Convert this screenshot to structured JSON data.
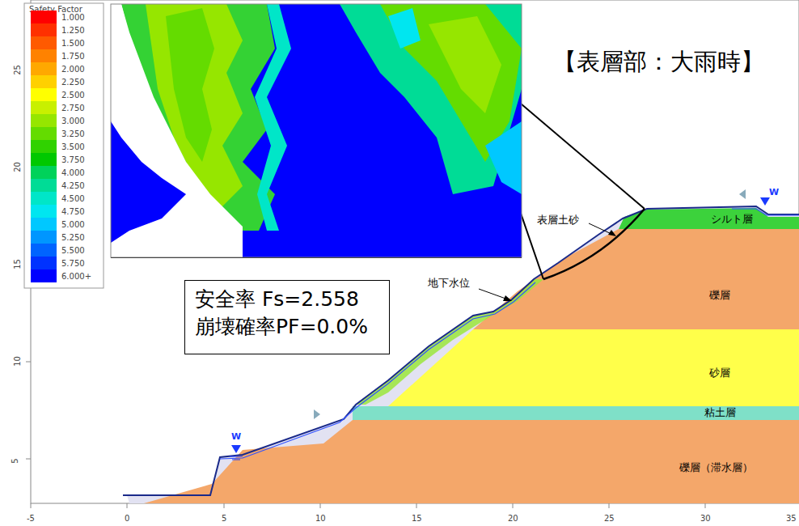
{
  "diagram": {
    "title": "【表層部：大雨時】",
    "nodes": [
      {
        "text": [
          "安全率 Fs=2.558",
          "崩壊確率PF=0.0%"
        ]
      }
    ],
    "labels": [
      "Safety Factor",
      "シルト層",
      "礫層",
      "砂層",
      "粘土層",
      "礫層（滞水層）",
      "表層土砂",
      "地下水位",
      "W",
      "W",
      "-5",
      "0",
      "5",
      "10",
      "15",
      "20",
      "25",
      "30",
      "35",
      "5",
      "10",
      "15",
      "20",
      "25"
    ],
    "legend": [
      {
        "text": "1.000",
        "color": "#ff0000"
      },
      {
        "text": "1.250",
        "color": "#ff3000"
      },
      {
        "text": "1.500",
        "color": "#ff5a00"
      },
      {
        "text": "1.750",
        "color": "#ff8200"
      },
      {
        "text": "2.000",
        "color": "#ffa800"
      },
      {
        "text": "2.250",
        "color": "#ffd000"
      },
      {
        "text": "2.500",
        "color": "#ffff00"
      },
      {
        "text": "2.750",
        "color": "#c8f000"
      },
      {
        "text": "3.000",
        "color": "#96e600"
      },
      {
        "text": "3.250",
        "color": "#64dc00"
      },
      {
        "text": "3.500",
        "color": "#30d200"
      },
      {
        "text": "3.750",
        "color": "#00c800"
      },
      {
        "text": "4.000",
        "color": "#00d25a"
      },
      {
        "text": "4.250",
        "color": "#00dc96"
      },
      {
        "text": "4.500",
        "color": "#00e6c8"
      },
      {
        "text": "4.750",
        "color": "#00e6f0"
      },
      {
        "text": "5.000",
        "color": "#00c8ff"
      },
      {
        "text": "5.250",
        "color": "#0096ff"
      },
      {
        "text": "5.500",
        "color": "#0064ff"
      },
      {
        "text": "5.750",
        "color": "#0032ff"
      },
      {
        "text": "6.000+",
        "color": "#0000ff"
      }
    ]
  }
}
